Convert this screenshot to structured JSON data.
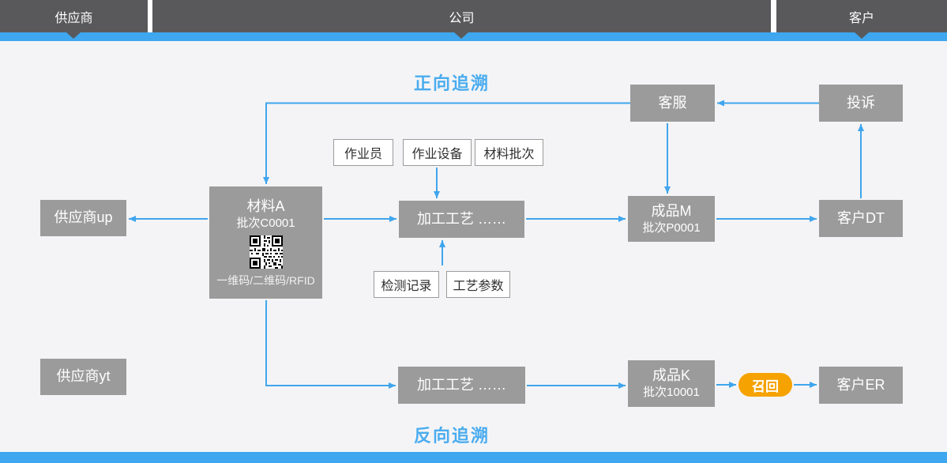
{
  "colors": {
    "header-dark": "#59595B",
    "bar-blue": "#3EA7EF",
    "bg": "#F4F4F6",
    "box-gray": "#9B9B9B",
    "arrow": "#3FA5ED",
    "title-blue": "#4AACEF",
    "recall-orange": "#F6A200",
    "tag-border": "#9B9B9B",
    "tag-text": "#2F2F2F"
  },
  "header": {
    "lanes": [
      {
        "label": "供应商"
      },
      {
        "label": "公司"
      },
      {
        "label": "客户"
      }
    ]
  },
  "titles": {
    "forward": "正向追溯",
    "backward": "反向追溯"
  },
  "nodes": {
    "service": "客服",
    "complaint": "投诉",
    "supplier_up": "供应商up",
    "supplier_yt": "供应商yt",
    "material": {
      "title": "材料A",
      "batch": "批次C0001",
      "code_caption": "一维码/二维码/RFID"
    },
    "process_top": "加工工艺  ……",
    "process_bottom": "加工工艺  ……",
    "product_m": {
      "title": "成品M",
      "batch": "批次P0001"
    },
    "product_k": {
      "title": "成品K",
      "batch": "批次10001"
    },
    "customer_dt": "客户DT",
    "customer_er": "客户ER",
    "recall": "召回"
  },
  "tags": {
    "operator": "作业员",
    "equipment": "作业设备",
    "material_batch": "材料批次",
    "inspection": "检测记录",
    "parameters": "工艺参数"
  }
}
